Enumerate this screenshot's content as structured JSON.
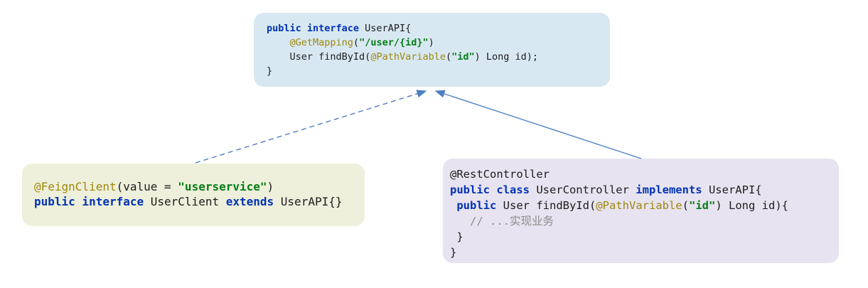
{
  "diagram": {
    "description": "Spring Cloud diagram: Feign client and REST controller both deriving from shared UserAPI interface",
    "colors": {
      "keyword": "#0033b3",
      "annotation": "#9e880d",
      "string": "#067d17",
      "plain": "#1c1c1c",
      "comment": "#8c8c8c",
      "arrow": "#4e7fc1",
      "api_box_bg": "#d8e8f2",
      "client_box_bg": "#eef0db",
      "controller_box_bg": "#e8e3f0",
      "page_bg": "#ffffff"
    },
    "boxes": {
      "api": {
        "id": "user-api",
        "lines": [
          [
            {
              "t": "public interface",
              "s": "kw"
            },
            {
              "t": " UserAPI{",
              "s": "txt"
            }
          ],
          [
            {
              "t": "    ",
              "s": "txt"
            },
            {
              "t": "@GetMapping",
              "s": "ann"
            },
            {
              "t": "(",
              "s": "txt"
            },
            {
              "t": "\"/user/{id}\"",
              "s": "str"
            },
            {
              "t": ")",
              "s": "txt"
            }
          ],
          [
            {
              "t": "    User findById(",
              "s": "txt"
            },
            {
              "t": "@PathVariable",
              "s": "ann"
            },
            {
              "t": "(",
              "s": "txt"
            },
            {
              "t": "\"id\"",
              "s": "str"
            },
            {
              "t": ") Long id);",
              "s": "txt"
            }
          ],
          [
            {
              "t": "}",
              "s": "txt"
            }
          ]
        ]
      },
      "client": {
        "id": "user-client",
        "lines": [
          [
            {
              "t": "@FeignClient",
              "s": "ann"
            },
            {
              "t": "(value = ",
              "s": "txt"
            },
            {
              "t": "\"userservice\"",
              "s": "str"
            },
            {
              "t": ")",
              "s": "txt"
            }
          ],
          [
            {
              "t": "public interface",
              "s": "kw"
            },
            {
              "t": " UserClient ",
              "s": "txt"
            },
            {
              "t": "extends",
              "s": "kw"
            },
            {
              "t": " UserAPI{}",
              "s": "txt"
            }
          ]
        ]
      },
      "controller": {
        "id": "user-controller",
        "lines": [
          [
            {
              "t": "@RestController",
              "s": "txt"
            }
          ],
          [
            {
              "t": "public class",
              "s": "kw"
            },
            {
              "t": " UserController ",
              "s": "txt"
            },
            {
              "t": "implements",
              "s": "kw"
            },
            {
              "t": " UserAPI{",
              "s": "txt"
            }
          ],
          [
            {
              "t": " ",
              "s": "txt"
            },
            {
              "t": "public",
              "s": "kw"
            },
            {
              "t": " User findById(",
              "s": "txt"
            },
            {
              "t": "@PathVariable",
              "s": "ann"
            },
            {
              "t": "(",
              "s": "txt"
            },
            {
              "t": "\"id\"",
              "s": "str"
            },
            {
              "t": ") Long id){",
              "s": "txt"
            }
          ],
          [
            {
              "t": "   // ...实现业务",
              "s": "com"
            }
          ],
          [
            {
              "t": " }",
              "s": "txt"
            }
          ],
          [
            {
              "t": "}",
              "s": "txt"
            }
          ]
        ]
      }
    },
    "arrows": [
      {
        "from": "user-client",
        "to": "user-api",
        "style": "dashed",
        "meaning": "extends"
      },
      {
        "from": "user-controller",
        "to": "user-api",
        "style": "solid",
        "meaning": "implements"
      }
    ]
  }
}
